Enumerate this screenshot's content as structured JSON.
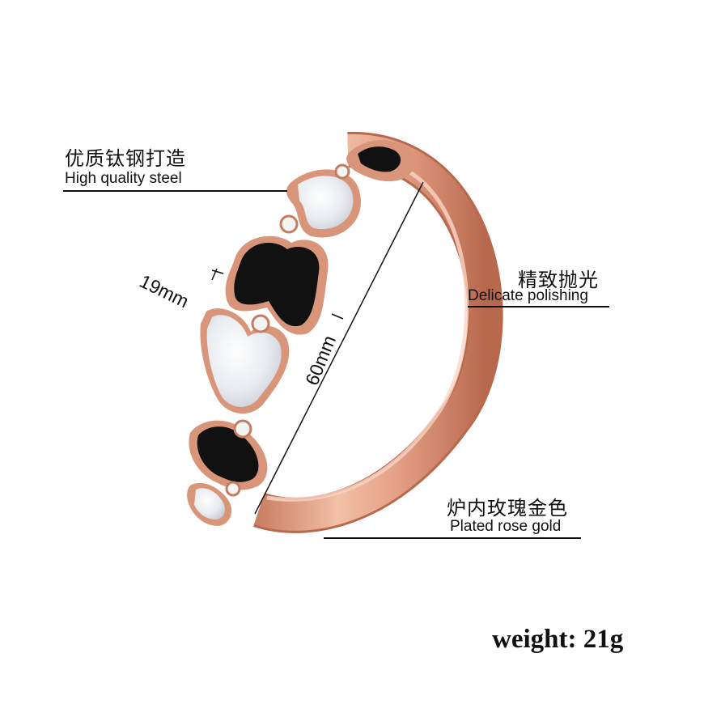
{
  "callouts": [
    {
      "zh": "优质钛钢打造",
      "en": "High quality steel"
    },
    {
      "zh": "精致抛光",
      "en": "Delicate polishing"
    },
    {
      "zh": "炉内玫瑰金色",
      "en": "Plated  rose gold"
    }
  ],
  "dimensions": {
    "width": "19mm",
    "diameter": "60mm"
  },
  "weight": "weight: 21g",
  "colors": {
    "rose_gold": "#e8a98e",
    "rose_gold_dark": "#c57c60",
    "enamel": "#101010",
    "shell": "#eef0f3"
  }
}
